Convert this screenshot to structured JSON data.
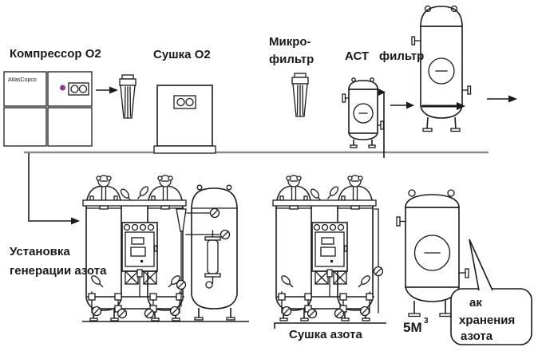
{
  "diagram": {
    "equipment": {
      "compressor": {
        "label": "Компрессор O2",
        "brand": "AtlasCopco"
      },
      "oxygen_dryer": {
        "label": "Сушка O2"
      },
      "micro_filter": {
        "label_line1": "Микро-",
        "label_line2": "фильтр"
      },
      "act_filter": {
        "label_act": "АСТ",
        "label_filter": "фильтр"
      },
      "nitrogen_generator": {
        "label_line1": "Установка",
        "label_line2": "генерации азота"
      },
      "nitrogen_dryer": {
        "label": "Сушка азота"
      },
      "storage_tank": {
        "volume": "5М",
        "volume_exponent": "3"
      },
      "callout": {
        "line1": "ак",
        "line2": "хранения",
        "line3": "азота"
      }
    },
    "colors": {
      "line": "#1a1a1a",
      "divider": "#8c8c8c",
      "indicator_led": "#993399",
      "background": "#ffffff"
    }
  }
}
